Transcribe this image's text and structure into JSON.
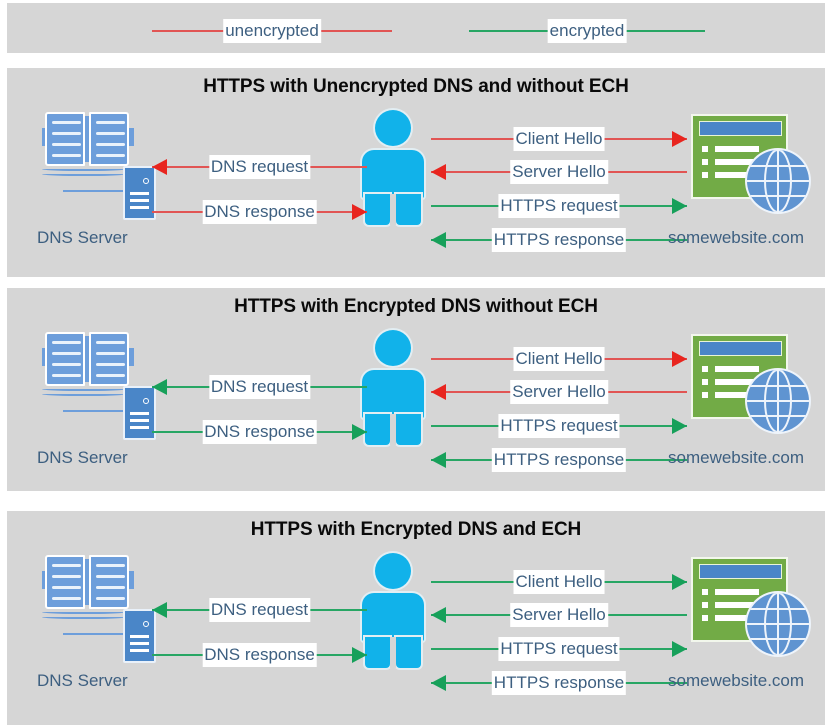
{
  "legend": {
    "items": [
      {
        "label": "unencrypted",
        "color": "#e15554",
        "icon": "line-red-icon"
      },
      {
        "label": "encrypted",
        "color": "#27a664",
        "icon": "line-green-icon"
      }
    ]
  },
  "colors": {
    "panel_background": "#d6d6d6",
    "page_background": "#ffffff",
    "unencrypted": "#e15554",
    "encrypted": "#27a664",
    "label_text": "#3d5f80",
    "title_text": "#0a0a0a",
    "person": "#11b2ea",
    "server_blue": "#4a86c8",
    "book_blue": "#6d9edb",
    "website_green": "#72ab46",
    "globe_blue": "#5f94d1"
  },
  "panels": [
    {
      "title": "HTTPS with Unencrypted DNS and without ECH",
      "dns_server_label": "DNS Server",
      "website_label": "somewebsite.com",
      "arrows": [
        {
          "label": "DNS request",
          "direction": "left",
          "state": "unencrypted"
        },
        {
          "label": "DNS response",
          "direction": "right",
          "state": "unencrypted"
        },
        {
          "label": "Client Hello",
          "direction": "right",
          "state": "unencrypted"
        },
        {
          "label": "Server Hello",
          "direction": "left",
          "state": "unencrypted"
        },
        {
          "label": "HTTPS request",
          "direction": "right",
          "state": "encrypted"
        },
        {
          "label": "HTTPS response",
          "direction": "left",
          "state": "encrypted"
        }
      ]
    },
    {
      "title": "HTTPS with Encrypted DNS without ECH",
      "dns_server_label": "DNS Server",
      "website_label": "somewebsite.com",
      "arrows": [
        {
          "label": "DNS request",
          "direction": "left",
          "state": "encrypted"
        },
        {
          "label": "DNS response",
          "direction": "right",
          "state": "encrypted"
        },
        {
          "label": "Client Hello",
          "direction": "right",
          "state": "unencrypted"
        },
        {
          "label": "Server Hello",
          "direction": "left",
          "state": "unencrypted"
        },
        {
          "label": "HTTPS request",
          "direction": "right",
          "state": "encrypted"
        },
        {
          "label": "HTTPS response",
          "direction": "left",
          "state": "encrypted"
        }
      ]
    },
    {
      "title": "HTTPS with Encrypted DNS and ECH",
      "dns_server_label": "DNS Server",
      "website_label": "somewebsite.com",
      "arrows": [
        {
          "label": "DNS request",
          "direction": "left",
          "state": "encrypted"
        },
        {
          "label": "DNS response",
          "direction": "right",
          "state": "encrypted"
        },
        {
          "label": "Client Hello",
          "direction": "right",
          "state": "encrypted"
        },
        {
          "label": "Server Hello",
          "direction": "left",
          "state": "encrypted"
        },
        {
          "label": "HTTPS request",
          "direction": "right",
          "state": "encrypted"
        },
        {
          "label": "HTTPS response",
          "direction": "left",
          "state": "encrypted"
        }
      ]
    }
  ],
  "icons": {
    "dns_server": "dns-server-icon",
    "book": "book-icon",
    "server_tower": "server-tower-icon",
    "person": "person-icon",
    "website": "website-window-icon",
    "globe": "globe-icon"
  }
}
